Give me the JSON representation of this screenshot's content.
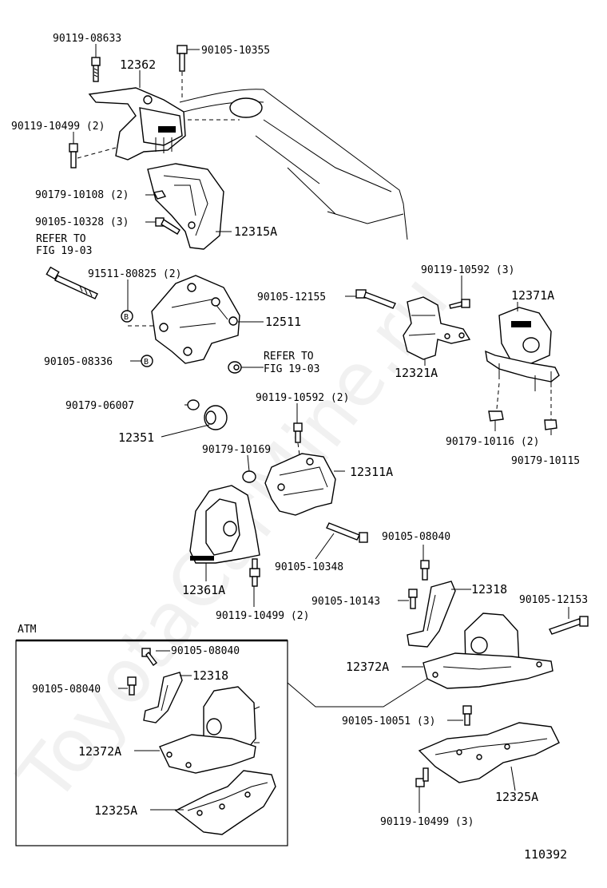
{
  "labels": {
    "p90119_08633": "90119-08633",
    "p90105_10355": "90105-10355",
    "p12362": "12362",
    "p90119_10499_2a": "90119-10499 (2)",
    "p90179_10108": "90179-10108 (2)",
    "p90105_10328": "90105-10328 (3)",
    "p12315A": "12315A",
    "refer1_l1": "REFER TO",
    "refer1_l2": "FIG 19-03",
    "p91511_80825": "91511-80825 (2)",
    "p12511": "12511",
    "p90105_08336": "90105-08336",
    "refer2_l1": "REFER TO",
    "refer2_l2": "FIG 19-03",
    "p90105_12155": "90105-12155",
    "p90119_10592_3": "90119-10592 (3)",
    "p12371A": "12371A",
    "p12321A": "12321A",
    "p90179_06007": "90179-06007",
    "p12351": "12351",
    "p90119_10592_2": "90119-10592 (2)",
    "p90179_10169": "90179-10169",
    "p12311A": "12311A",
    "p90179_10116": "90179-10116 (2)",
    "p90179_10115": "90179-10115",
    "p90105_10348": "90105-10348",
    "p90105_08040_r": "90105-08040",
    "p12361A": "12361A",
    "p90105_10143": "90105-10143",
    "p12318_r": "12318",
    "p90105_12153": "90105-12153",
    "p90119_10499_2b": "90119-10499 (2)",
    "p12372A_r": "12372A",
    "p90105_10051": "90105-10051 (3)",
    "p12325A_r": "12325A",
    "p90119_10499_3": "90119-10499 (3)",
    "atm": "ATM",
    "atm_90105_08040_a": "90105-08040",
    "atm_90105_08040_b": "90105-08040",
    "atm_12318": "12318",
    "atm_12372A": "12372A",
    "atm_12325A": "12325A",
    "figure_number": "110392",
    "watermark": "ToyotaCarMine.ru"
  },
  "markers": {
    "b": "B"
  },
  "colors": {
    "ink": "#000000",
    "paper": "#ffffff"
  }
}
